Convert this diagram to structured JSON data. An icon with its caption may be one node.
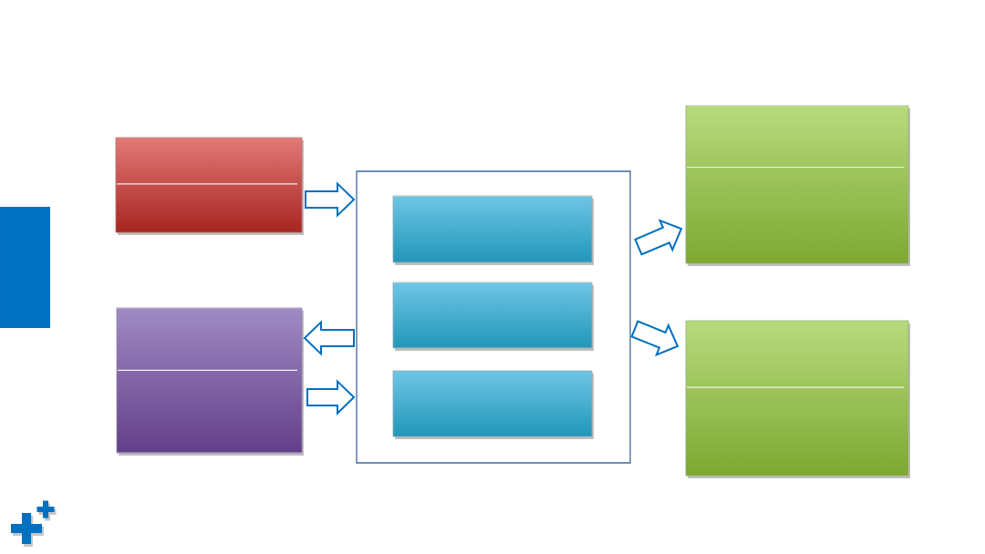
{
  "diagram": {
    "nodes": [
      {
        "text": [],
        "shape": "bar"
      },
      {
        "text": [],
        "shape": "box"
      },
      {
        "text": [],
        "shape": "box"
      },
      {
        "text": [],
        "shape": "box"
      },
      {
        "text": [],
        "shape": "box",
        "in": 3
      },
      {
        "text": [],
        "shape": "box",
        "in": 3
      },
      {
        "text": [],
        "shape": "box",
        "in": 3
      },
      {
        "text": [],
        "shape": "box"
      },
      {
        "text": [],
        "shape": "box"
      }
    ],
    "edges": [
      {
        "from": 1,
        "to": 3,
        "arrow": "to"
      },
      {
        "from": 3,
        "to": 2,
        "arrow": "to"
      },
      {
        "from": 2,
        "to": 3,
        "arrow": "to"
      },
      {
        "from": 3,
        "to": 7,
        "arrow": "to"
      },
      {
        "from": 3,
        "to": 8,
        "arrow": "to"
      }
    ]
  }
}
